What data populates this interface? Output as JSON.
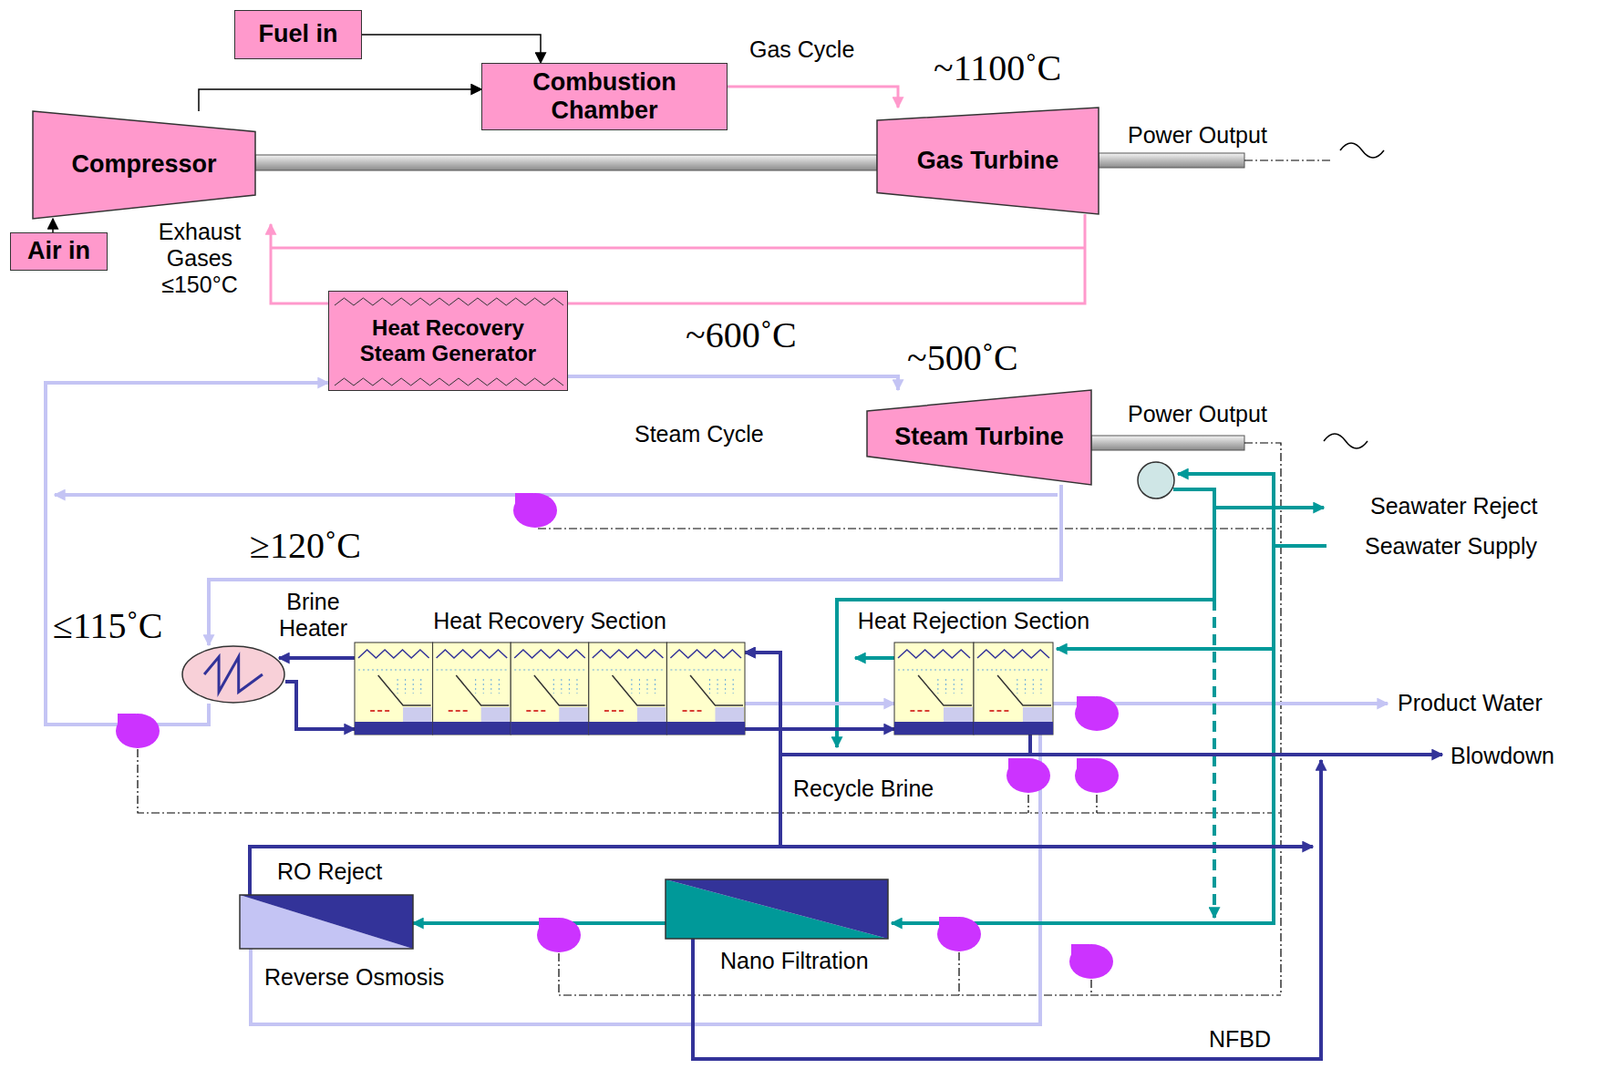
{
  "diagram": {
    "nodes": [
      {
        "text": [
          "Fuel in"
        ]
      },
      {
        "text": [
          "Combustion Chamber"
        ]
      },
      {
        "text": [
          "Compressor"
        ]
      },
      {
        "text": [
          "Gas Turbine"
        ]
      },
      {
        "text": [
          "Air in"
        ]
      },
      {
        "text": [
          "Heat Recovery Steam Generator"
        ]
      },
      {
        "text": [
          "Steam Turbine"
        ]
      },
      {
        "text": [
          "Brine Heater"
        ]
      },
      {
        "text": [
          "Heat Recovery Section"
        ]
      },
      {
        "text": [
          "Heat Rejection Section"
        ]
      },
      {
        "text": [
          "Nano Filtration"
        ]
      },
      {
        "text": [
          "Reverse Osmosis"
        ]
      }
    ],
    "edges": [
      {
        "from": 0,
        "to": 1,
        "arrow": "to"
      },
      {
        "from": 2,
        "to": 1,
        "arrow": "to"
      },
      {
        "from": 4,
        "to": 2,
        "arrow": "to"
      },
      {
        "from": 1,
        "to": 3,
        "arrow": "to"
      },
      {
        "from": 3,
        "to": 5,
        "arrow": "none"
      },
      {
        "from": 5,
        "to": 6,
        "arrow": "to"
      },
      {
        "from": 6,
        "to": 7,
        "arrow": "to"
      },
      {
        "from": 7,
        "to": 5,
        "arrow": "to"
      },
      {
        "from": 7,
        "to": 8,
        "arrow": "to"
      },
      {
        "from": 8,
        "to": 9,
        "arrow": "to"
      },
      {
        "from": 8,
        "to": 9,
        "arrow": "to"
      },
      {
        "from": 9,
        "to": 8,
        "arrow": "to"
      },
      {
        "from": 10,
        "to": 11,
        "arrow": "to"
      },
      {
        "from": 11,
        "to": 8,
        "arrow": "to"
      }
    ],
    "labels": [
      "Gas Cycle",
      "~1100˚C",
      "Power Output",
      "Exhaust Gases ≤150°C",
      "~600˚C",
      "~500˚C",
      "Steam Cycle",
      "Power Output",
      "Seawater Reject",
      "Seawater Supply",
      "≥120˚C",
      "≤115˚C",
      "Product Water",
      "Blowdown",
      "Recycle Brine",
      "RO Reject",
      "NFBD"
    ]
  }
}
